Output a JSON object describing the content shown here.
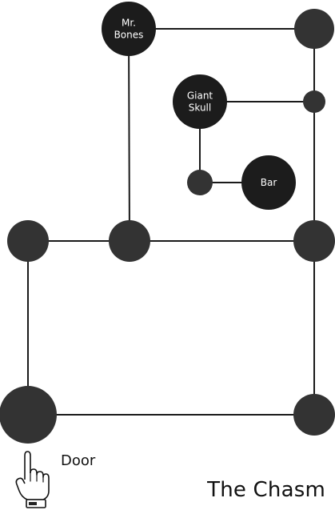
{
  "diagram": {
    "door_label": "Door",
    "title": "The Chasm",
    "nodes": [
      {
        "id": "mr-bones",
        "label": [
          "Mr.",
          "Bones"
        ],
        "dark": true
      },
      {
        "id": "top-right",
        "label": []
      },
      {
        "id": "giant-skull",
        "label": [
          "Giant",
          "Skull"
        ],
        "dark": true
      },
      {
        "id": "right-upper-mid",
        "label": []
      },
      {
        "id": "skull-junction",
        "label": []
      },
      {
        "id": "bar",
        "label": [
          "Bar"
        ],
        "dark": true
      },
      {
        "id": "mid-left",
        "label": []
      },
      {
        "id": "mid-center",
        "label": []
      },
      {
        "id": "mid-right",
        "label": []
      },
      {
        "id": "bottom-left",
        "label": []
      },
      {
        "id": "bottom-right",
        "label": []
      }
    ],
    "edges": [
      [
        "mr-bones",
        "top-right"
      ],
      [
        "top-right",
        "right-upper-mid"
      ],
      [
        "giant-skull",
        "right-upper-mid"
      ],
      [
        "right-upper-mid",
        "mid-right"
      ],
      [
        "giant-skull",
        "skull-junction"
      ],
      [
        "skull-junction",
        "bar"
      ],
      [
        "mr-bones",
        "mid-center"
      ],
      [
        "mid-left",
        "mid-center"
      ],
      [
        "mid-center",
        "mid-right"
      ],
      [
        "mid-left",
        "bottom-left"
      ],
      [
        "mid-right",
        "bottom-right"
      ],
      [
        "bottom-left",
        "bottom-right"
      ]
    ]
  }
}
